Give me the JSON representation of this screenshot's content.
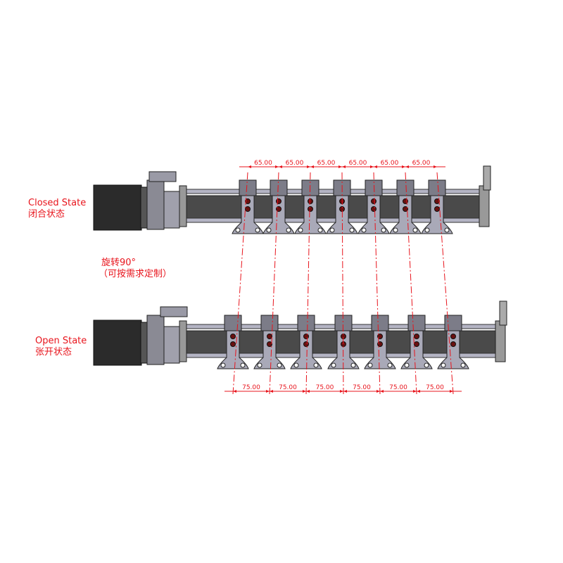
{
  "closed": {
    "label_en": "Closed State",
    "label_cn": "闭合状态",
    "spacing_label": "65.00",
    "gripper_count": 7
  },
  "open": {
    "label_en": "Open State",
    "label_cn": "张开状态",
    "spacing_label": "75.00",
    "gripper_count": 7
  },
  "rotation_note": {
    "line1": "旋转90°",
    "line2": "（可按需求定制）"
  },
  "colors": {
    "annotation": "#e8141c",
    "motor": "#2b2b2b",
    "tube": "#4a4a4a",
    "bracket": "#a9a9b8"
  }
}
